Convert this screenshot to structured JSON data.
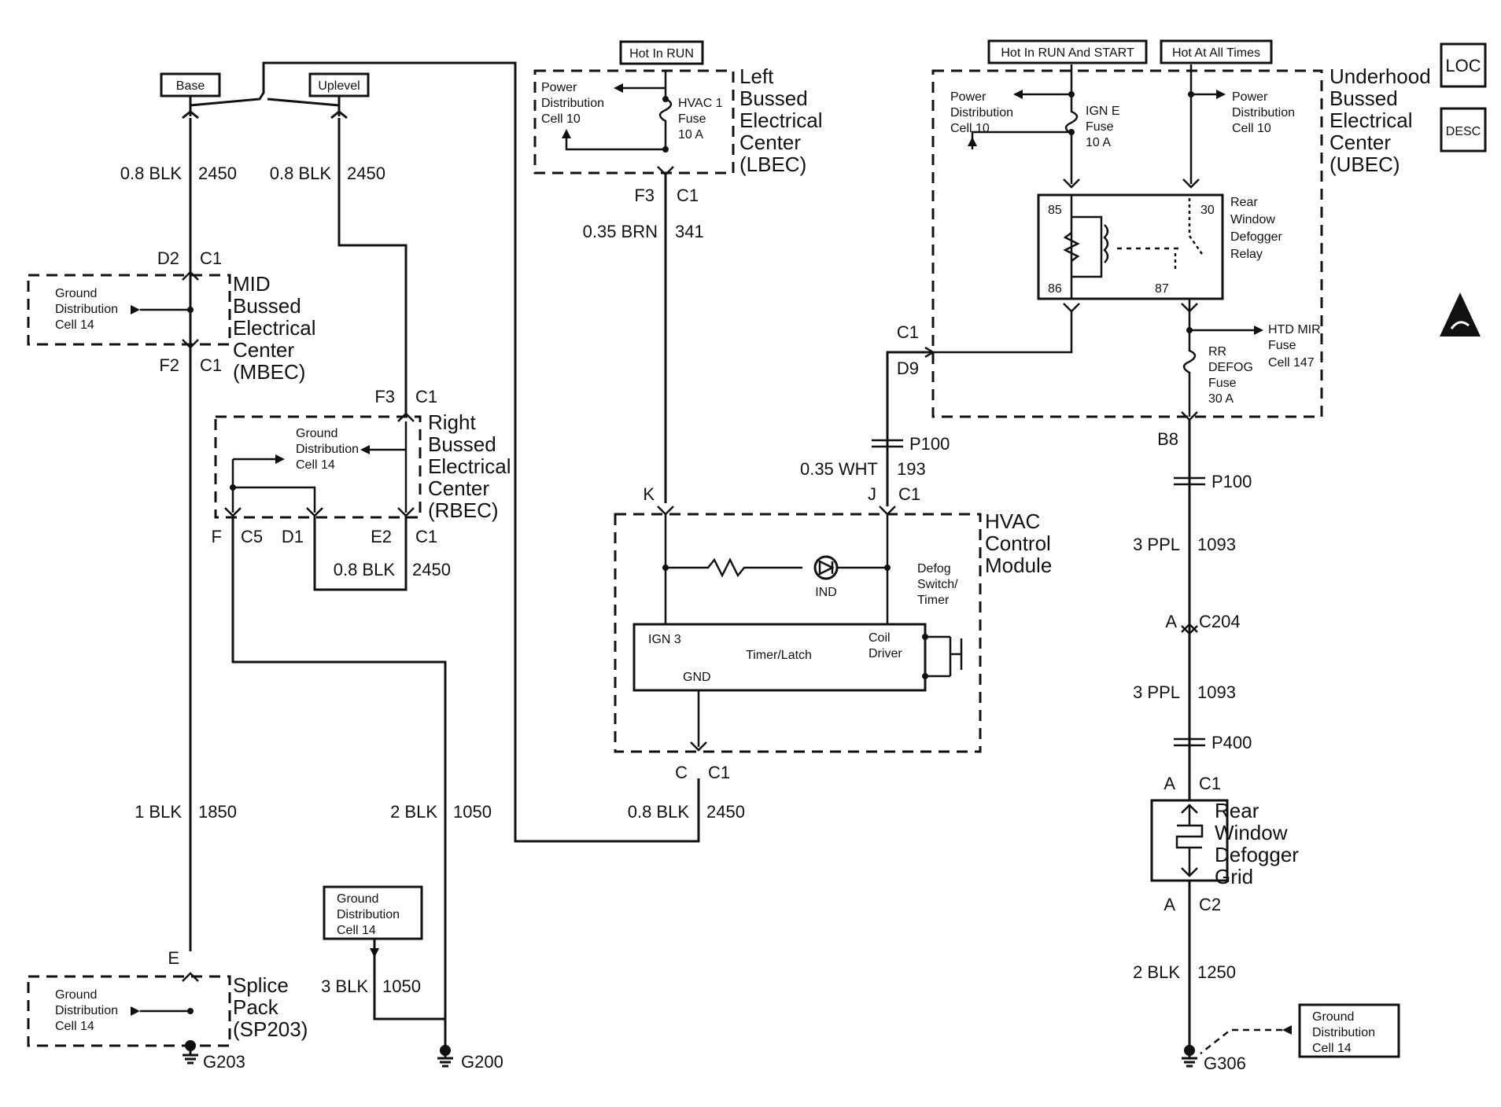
{
  "headers": {
    "base": "Base",
    "uplevel": "Uplevel",
    "hot_run": "Hot In RUN",
    "hot_run_start": "Hot In RUN And START",
    "hot_all": "Hot At All Times",
    "loc": "LOC",
    "desc": "DESC"
  },
  "wires": {
    "w1_color": "0.8 BLK",
    "w1_circuit": "2450",
    "w2_color": "0.8 BLK",
    "w2_circuit": "2450",
    "w3_color": "0.35 BRN",
    "w3_circuit": "341",
    "w4_color": "0.8 BLK",
    "w4_circuit": "2450",
    "w5_color": "0.35 WHT",
    "w5_circuit": "193",
    "w6_color": "3 PPL",
    "w6_circuit": "1093",
    "w7_color": "3 PPL",
    "w7_circuit": "1093",
    "w8_color": "1 BLK",
    "w8_circuit": "1850",
    "w9_color": "2 BLK",
    "w9_circuit": "1050",
    "w10_color": "0.8 BLK",
    "w10_circuit": "2450",
    "w11_color": "3 BLK",
    "w11_circuit": "1050",
    "w12_color": "2 BLK",
    "w12_circuit": "1250"
  },
  "connectors": {
    "d2": "D2",
    "c1_a": "C1",
    "f2": "F2",
    "c1_b": "C1",
    "f3_r": "F3",
    "c1_c": "C1",
    "f": "F",
    "c5": "C5",
    "d1": "D1",
    "e2": "E2",
    "c1_d": "C1",
    "f3_l": "F3",
    "c1_e": "C1",
    "k": "K",
    "j": "J",
    "c1_f": "C1",
    "c": "C",
    "c1_g": "C1",
    "c1_h": "C1",
    "d9": "D9",
    "p100_a": "P100",
    "p100_b": "P100",
    "b8": "B8",
    "a1": "A",
    "c204": "C204",
    "p400": "P400",
    "a2": "A",
    "c1_i": "C1",
    "a3": "A",
    "c2": "C2",
    "e": "E"
  },
  "components": {
    "mbec": [
      "MID",
      "Bussed",
      "Electrical",
      "Center",
      "(MBEC)"
    ],
    "rbec": [
      "Right",
      "Bussed",
      "Electrical",
      "Center",
      "(RBEC)"
    ],
    "lbec": [
      "Left",
      "Bussed",
      "Electrical",
      "Center",
      "(LBEC)"
    ],
    "ubec": [
      "Underhood",
      "Bussed",
      "Electrical",
      "Center",
      "(UBEC)"
    ],
    "hvac": [
      "HVAC",
      "Control",
      "Module"
    ],
    "splice": [
      "Splice",
      "Pack",
      "(SP203)"
    ],
    "grid": [
      "Rear",
      "Window",
      "Defogger",
      "Grid"
    ],
    "relay": [
      "Rear",
      "Window",
      "Defogger",
      "Relay"
    ],
    "defog_switch": [
      "Defog",
      "Switch/",
      "Timer"
    ]
  },
  "refs": {
    "gnd14": [
      "Ground",
      "Distribution",
      "Cell 14"
    ],
    "pwr10": [
      "Power",
      "Distribution",
      "Cell 10"
    ],
    "htd_mir": [
      "HTD MIR",
      "Fuse",
      "Cell 147"
    ]
  },
  "fuses": {
    "hvac1": [
      "HVAC 1",
      "Fuse",
      "10 A"
    ],
    "igne": [
      "IGN E",
      "Fuse",
      "10 A"
    ],
    "rrdefog": [
      "RR",
      "DEFOG",
      "Fuse",
      "30 A"
    ]
  },
  "relay_pins": {
    "p85": "85",
    "p86": "86",
    "p30": "30",
    "p87": "87"
  },
  "module": {
    "ign3": "IGN 3",
    "timer": "Timer/Latch",
    "gnd": "GND",
    "coil": "Coil",
    "driver": "Driver",
    "ind": "IND"
  },
  "grounds": {
    "g203": "G203",
    "g200": "G200",
    "g306": "G306"
  }
}
